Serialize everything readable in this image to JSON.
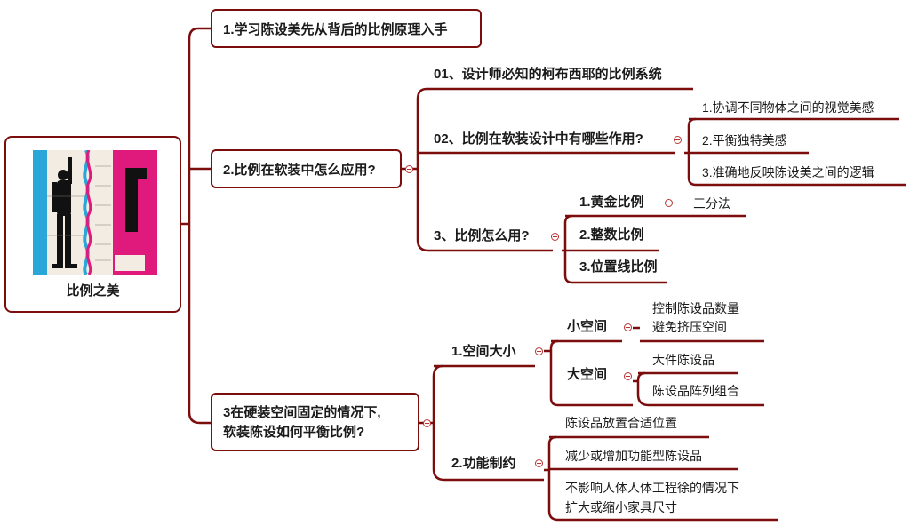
{
  "root": {
    "label": "比例之美",
    "image": "modulor-illustration"
  },
  "branch1": {
    "label": "1.学习陈设美先从背后的比例原理入手"
  },
  "branch2": {
    "label": "2.比例在软装中怎么应用?",
    "c1": "01、设计师必知的柯布西耶的比例系统",
    "c2": {
      "label": "02、比例在软装设计中有哪些作用?",
      "items": [
        "1.协调不同物体之间的视觉美感",
        "2.平衡独特美感",
        "3.准确地反映陈设美之间的逻辑"
      ]
    },
    "c3": {
      "label": "3、比例怎么用?",
      "items": [
        "1.黄金比例",
        "2.整数比例",
        "3.位置线比例"
      ],
      "golden_child": "三分法"
    }
  },
  "branch3": {
    "label_line1": "3在硬装空间固定的情况下,",
    "label_line2": "软装陈设如何平衡比例?",
    "size": {
      "label": "1.空间大小",
      "small": {
        "label": "小空间",
        "line1": "控制陈设品数量",
        "line2": "避免挤压空间"
      },
      "large": {
        "label": "大空间",
        "items": [
          "大件陈设品",
          "陈设品阵列组合"
        ]
      }
    },
    "func": {
      "label": "2.功能制约",
      "items": [
        "陈设品放置合适位置",
        "减少或增加功能型陈设品"
      ],
      "last_line1": "不影响人体人体工程徐的情况下",
      "last_line2": "扩大或缩小家具尺寸"
    }
  },
  "colors": {
    "accent": "#7b0d0d",
    "toggle": "#bb3333",
    "magenta": "#e0197d",
    "cyan": "#2aa6d8"
  }
}
